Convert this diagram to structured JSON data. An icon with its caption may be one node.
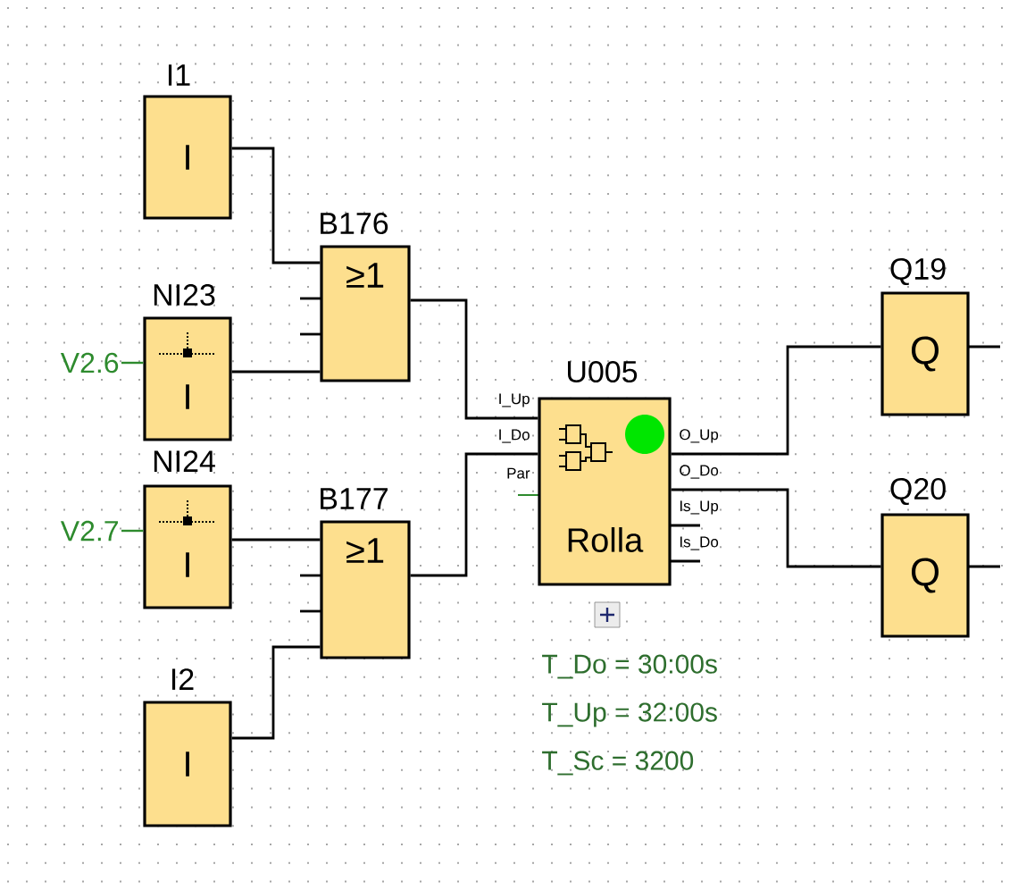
{
  "diagram": {
    "nodes": [
      {
        "text": [
          "I1",
          "I"
        ]
      },
      {
        "text": [
          "NI23",
          "I"
        ]
      },
      {
        "text": [
          "NI24",
          "I"
        ]
      },
      {
        "text": [
          "I2",
          "I"
        ]
      },
      {
        "text": [
          "B176",
          "≥1"
        ]
      },
      {
        "text": [
          "B177",
          "≥1"
        ]
      },
      {
        "text": [
          "U005",
          "Rolla"
        ],
        "beside": [
          "I_Up",
          "I_Do",
          "Par",
          "O_Up",
          "O_Do",
          "Is_Up",
          "Is_Do",
          "T_Do = 30:00s",
          "T_Up = 32:00s",
          "T_Sc =    3200"
        ]
      },
      {
        "text": [
          "Q19",
          "Q"
        ]
      },
      {
        "text": [
          "Q20",
          "Q"
        ]
      },
      {
        "text": [
          "V2.6"
        ]
      },
      {
        "text": [
          "V2.7"
        ]
      }
    ],
    "edges": [
      {
        "from": 0,
        "to": 4,
        "arrow": "none"
      },
      {
        "from": 1,
        "to": 4,
        "arrow": "none"
      },
      {
        "from": 2,
        "to": 5,
        "arrow": "none"
      },
      {
        "from": 3,
        "to": 5,
        "arrow": "none"
      },
      {
        "from": 4,
        "to": 6,
        "arrow": "none"
      },
      {
        "from": 5,
        "to": 6,
        "arrow": "none"
      },
      {
        "from": 6,
        "to": 7,
        "arrow": "none"
      },
      {
        "from": 6,
        "to": 8,
        "arrow": "none"
      },
      {
        "from": 9,
        "to": 1,
        "arrow": "none",
        "color": "#2e8b2e"
      },
      {
        "from": 10,
        "to": 2,
        "arrow": "none",
        "color": "#2e8b2e"
      }
    ]
  }
}
